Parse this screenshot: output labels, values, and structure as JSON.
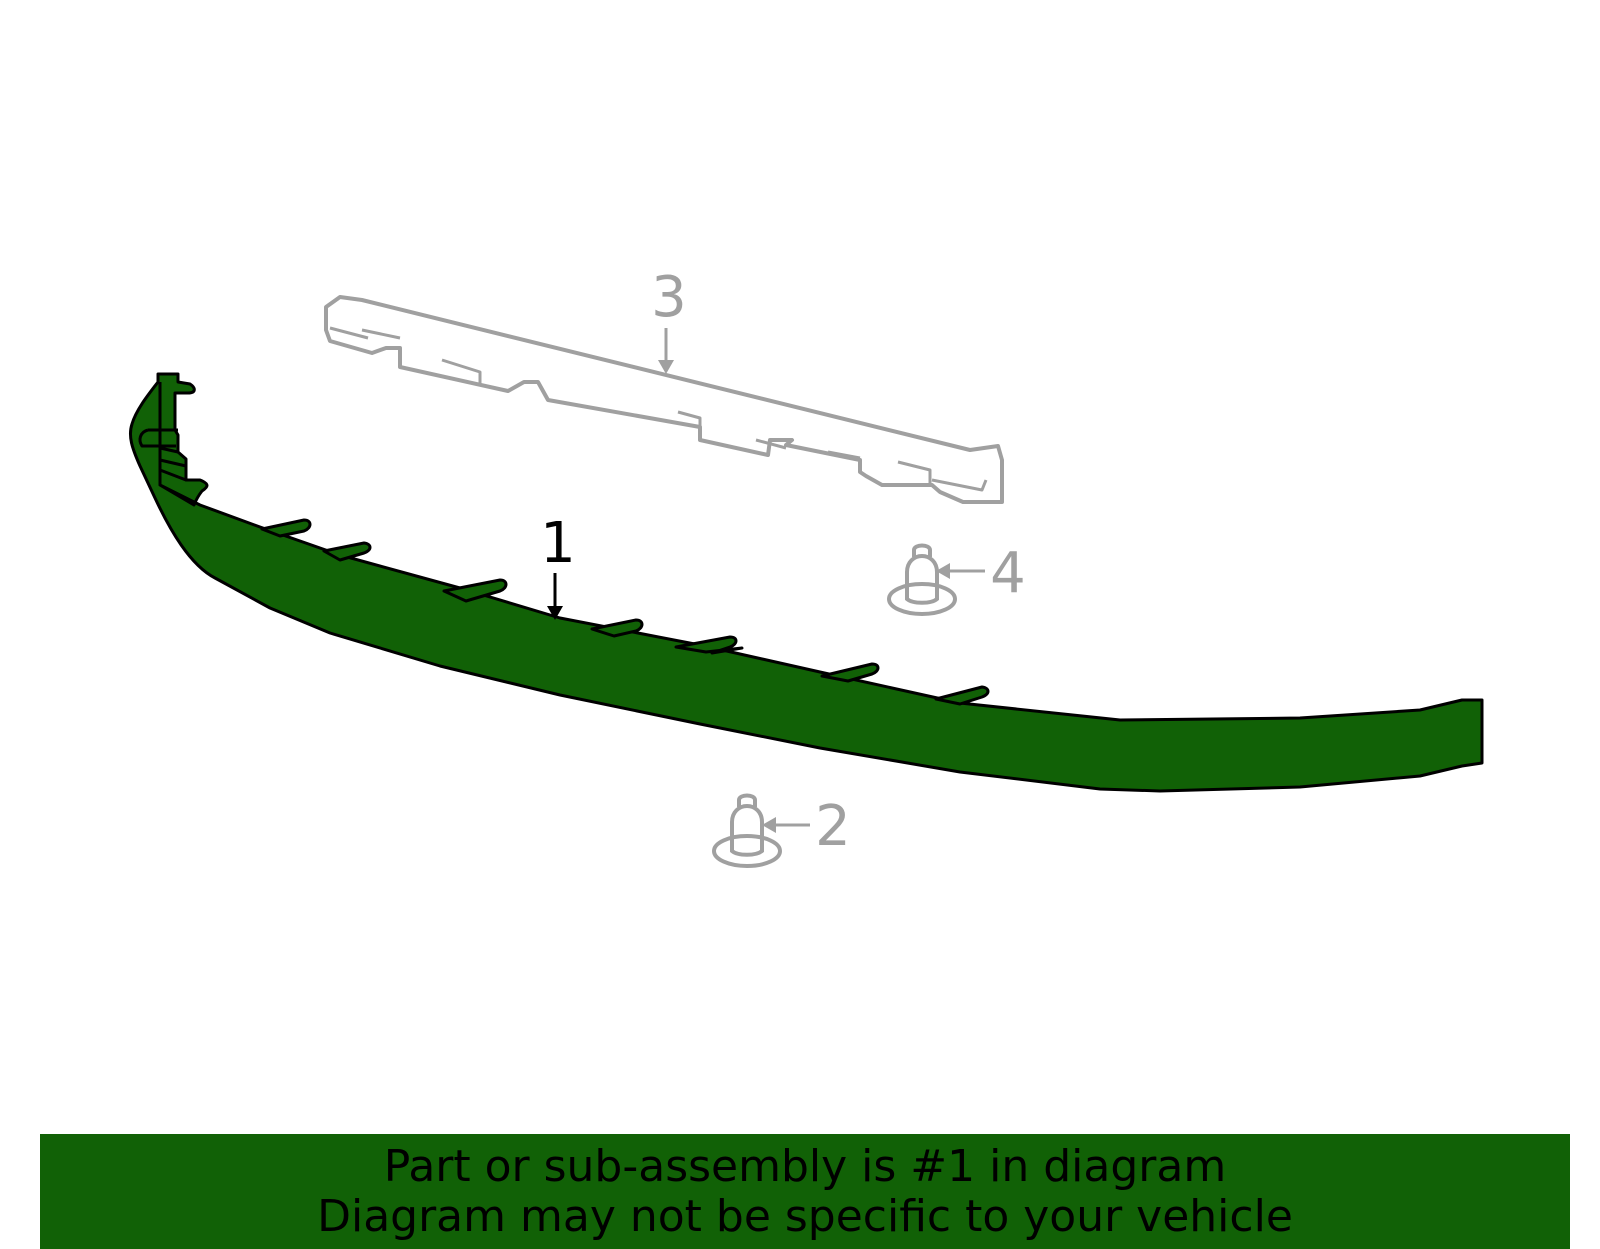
{
  "callouts": [
    {
      "id": "1",
      "label": "1",
      "highlighted": true
    },
    {
      "id": "2",
      "label": "2",
      "highlighted": false
    },
    {
      "id": "3",
      "label": "3",
      "highlighted": false
    },
    {
      "id": "4",
      "label": "4",
      "highlighted": false
    }
  ],
  "banner": {
    "line1": "Part or sub-assembly is #1 in diagram",
    "line2": "Diagram may not be specific to your vehicle"
  },
  "colors": {
    "highlight_fill": "#116106",
    "ghost_stroke": "#a0a0a0",
    "outline": "#000000",
    "banner_bg": "#116106"
  }
}
